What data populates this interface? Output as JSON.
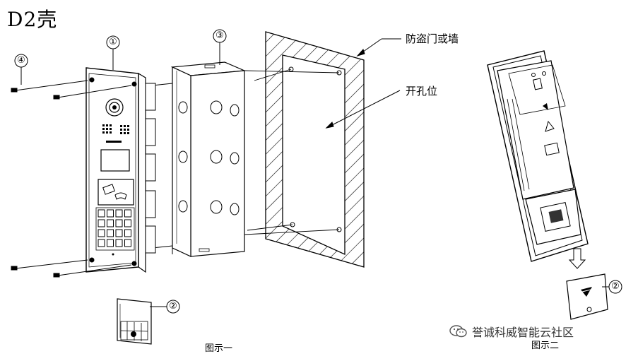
{
  "title": "D2壳",
  "labels": {
    "door_wall": "防盗门或墙",
    "opening": "开孔位"
  },
  "callouts": {
    "c1": "①",
    "c2a": "②",
    "c2b": "②",
    "c3": "③",
    "c4": "④"
  },
  "captions": {
    "fig1": "图示一",
    "fig2": "图示二"
  },
  "watermark": "誉诚科威智能云社区",
  "icons": {
    "watermark_icon": "wechat-icon"
  }
}
